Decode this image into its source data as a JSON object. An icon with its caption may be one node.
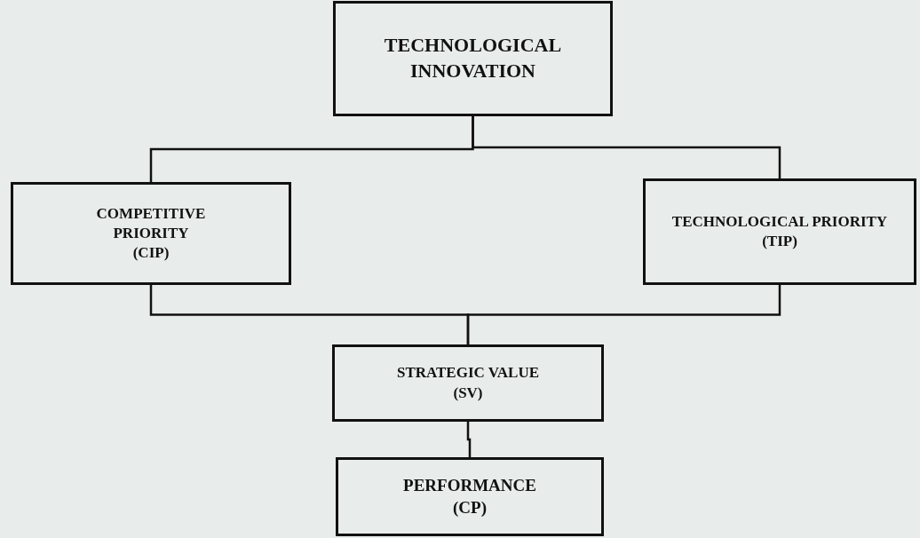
{
  "diagram": {
    "nodes": [
      {
        "text": [
          "TECHNOLOGICAL INNOVATION"
        ]
      },
      {
        "text": [
          "COMPETITIVE PRIORITY",
          "(CIP)"
        ]
      },
      {
        "text": [
          "TECHNOLOGICAL PRIORITY",
          "(TIP)"
        ]
      },
      {
        "text": [
          "STRATEGIC VALUE",
          "(SV)"
        ]
      },
      {
        "text": [
          "PERFORMANCE",
          "(CP)"
        ]
      }
    ],
    "edges": [
      {
        "from": 0,
        "to": 1,
        "arrow": "none"
      },
      {
        "from": 0,
        "to": 2,
        "arrow": "none"
      },
      {
        "from": 1,
        "to": 3,
        "arrow": "none"
      },
      {
        "from": 2,
        "to": 3,
        "arrow": "none"
      },
      {
        "from": 3,
        "to": 4,
        "arrow": "none"
      }
    ]
  }
}
